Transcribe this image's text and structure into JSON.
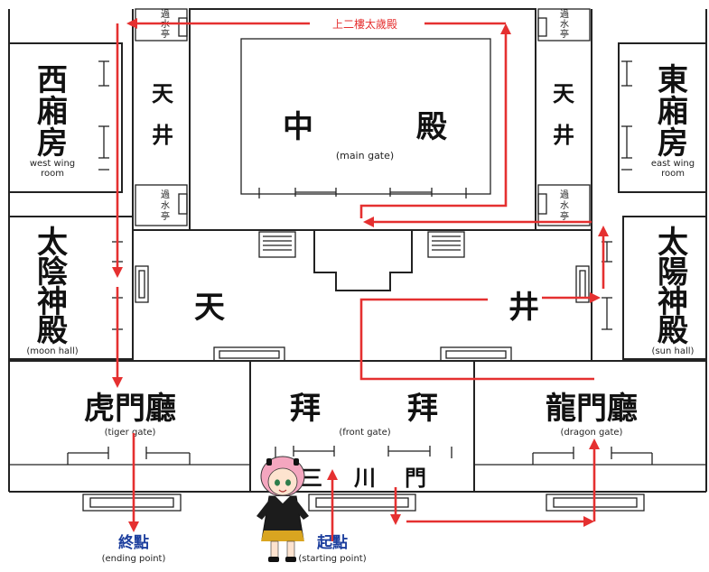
{
  "colors": {
    "route": "#e53030",
    "label_blue": "#1d3f9e",
    "walls": "#222222"
  },
  "top_route_label": "上二樓太歲殿",
  "pavilion_label": [
    "過",
    "水",
    "亭"
  ],
  "west_wing": {
    "chars": [
      "西",
      "廂",
      "房"
    ],
    "en_line1": "west wing",
    "en_line2": "room"
  },
  "east_wing": {
    "chars": [
      "東",
      "廂",
      "房"
    ],
    "en_line1": "east wing",
    "en_line2": "room"
  },
  "moon_hall": {
    "chars": [
      "太",
      "陰",
      "神",
      "殿"
    ],
    "en": "(moon hall)"
  },
  "sun_hall": {
    "chars": [
      "太",
      "陽",
      "神",
      "殿"
    ],
    "en": "(sun hall)"
  },
  "main_gate": {
    "left": "中",
    "right": "殿",
    "en": "(main gate)"
  },
  "tian_jing_small": {
    "tian": "天",
    "jing": "井"
  },
  "courtyard": {
    "tian": "天",
    "jing": "井"
  },
  "tiger_gate": {
    "cn": "虎門廳",
    "en": "(tiger gate)"
  },
  "front_gate": {
    "left": "拜",
    "right": "拜",
    "en": "(front gate)"
  },
  "dragon_gate": {
    "cn": "龍門廳",
    "en": "(dragon gate)"
  },
  "san_chuan_men": {
    "san": "三",
    "chuan": "川",
    "men": "門"
  },
  "ending": {
    "cn": "終點",
    "en": "(ending point)"
  },
  "starting": {
    "cn": "起點",
    "en": "(starting point)"
  }
}
